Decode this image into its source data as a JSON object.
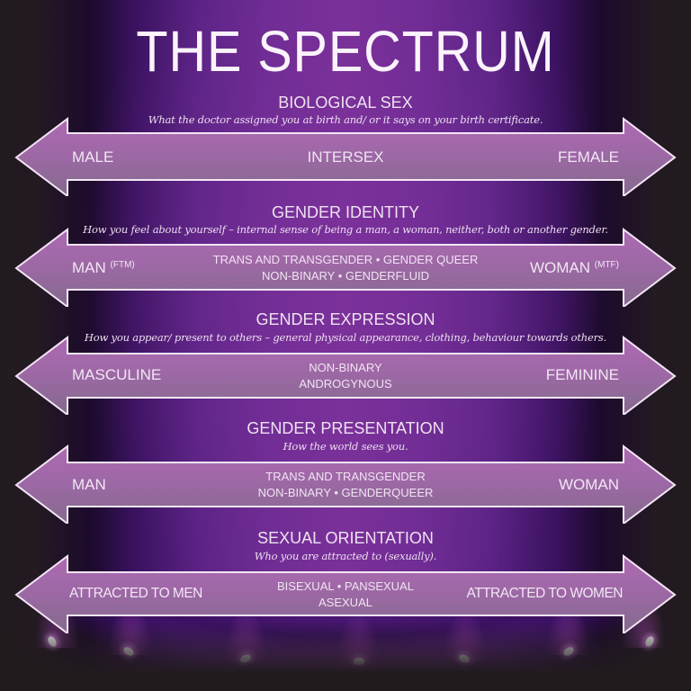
{
  "title": "THE SPECTRUM",
  "colors": {
    "arrow_fill_top": "#a566ab",
    "arrow_fill_bottom": "#8a6b92",
    "arrow_border": "#f4e6f6",
    "background_center": "#7a3099",
    "background_edge": "#211b1e",
    "text": "#f1e4f3"
  },
  "sections": [
    {
      "heading": "BIOLOGICAL SEX",
      "subtitle": "What the doctor assigned you at birth and/ or it says on your birth certificate.",
      "left": "MALE",
      "left_sup": "",
      "center_line1": "INTERSEX",
      "center_line2": "",
      "right": "FEMALE",
      "right_sup": ""
    },
    {
      "heading": "GENDER IDENTITY",
      "subtitle": "How you feel about yourself – internal sense of being a man, a woman, neither, both or another gender.",
      "left": "MAN",
      "left_sup": "(FTM)",
      "center_line1": "TRANS AND TRANSGENDER • GENDER QUEER",
      "center_line2": "NON-BINARY • GENDERFLUID",
      "right": "WOMAN",
      "right_sup": "(MTF)"
    },
    {
      "heading": "GENDER EXPRESSION",
      "subtitle": "How you appear/ present to others – general physical appearance, clothing, behaviour towards others.",
      "left": "MASCULINE",
      "left_sup": "",
      "center_line1": "NON-BINARY",
      "center_line2": "ANDROGYNOUS",
      "right": "FEMININE",
      "right_sup": ""
    },
    {
      "heading": "GENDER PRESENTATION",
      "subtitle": "How the world sees you.",
      "left": "MAN",
      "left_sup": "",
      "center_line1": "TRANS AND TRANSGENDER",
      "center_line2": "NON-BINARY • GENDERQUEER",
      "right": "WOMAN",
      "right_sup": ""
    },
    {
      "heading": "SEXUAL ORIENTATION",
      "subtitle": "Who you are attracted to (sexually).",
      "left": "ATTRACTED TO MEN",
      "left_sup": "",
      "center_line1": "BISEXUAL • PANSEXUAL",
      "center_line2": "ASEXUAL",
      "right": "ATTRACTED TO WOMEN",
      "right_sup": ""
    }
  ]
}
